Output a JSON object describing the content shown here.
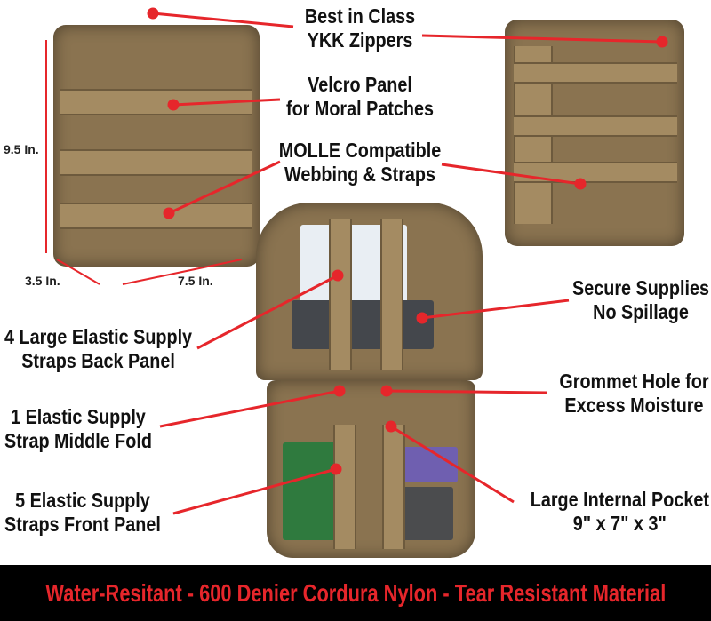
{
  "labels": {
    "zippers": [
      "Best in Class",
      "YKK Zippers"
    ],
    "velcro": [
      "Velcro Panel",
      "for Moral Patches"
    ],
    "molle": [
      "MOLLE Compatible",
      "Webbing & Straps"
    ],
    "secure": [
      "Secure Supplies",
      "No Spillage"
    ],
    "back_straps": [
      "4 Large Elastic Supply",
      "Straps Back Panel"
    ],
    "grommet": [
      "Grommet Hole for",
      "Excess Moisture"
    ],
    "middle_strap": [
      "1 Elastic Supply",
      "Strap Middle Fold"
    ],
    "front_straps": [
      "5 Elastic Supply",
      "Straps Front Panel"
    ],
    "pocket": [
      "Large Internal Pocket",
      "9\" x 7\" x 3\""
    ]
  },
  "dimensions": {
    "height": "9.5 In.",
    "depth": "3.5 In.",
    "width": "7.5 In."
  },
  "banner": "Water-Resitant - 600 Denier Cordura Nylon - Tear Resistant Material",
  "colors": {
    "accent": "#e6262b",
    "fabric": "#8a7350",
    "webbing": "#a48b62"
  }
}
